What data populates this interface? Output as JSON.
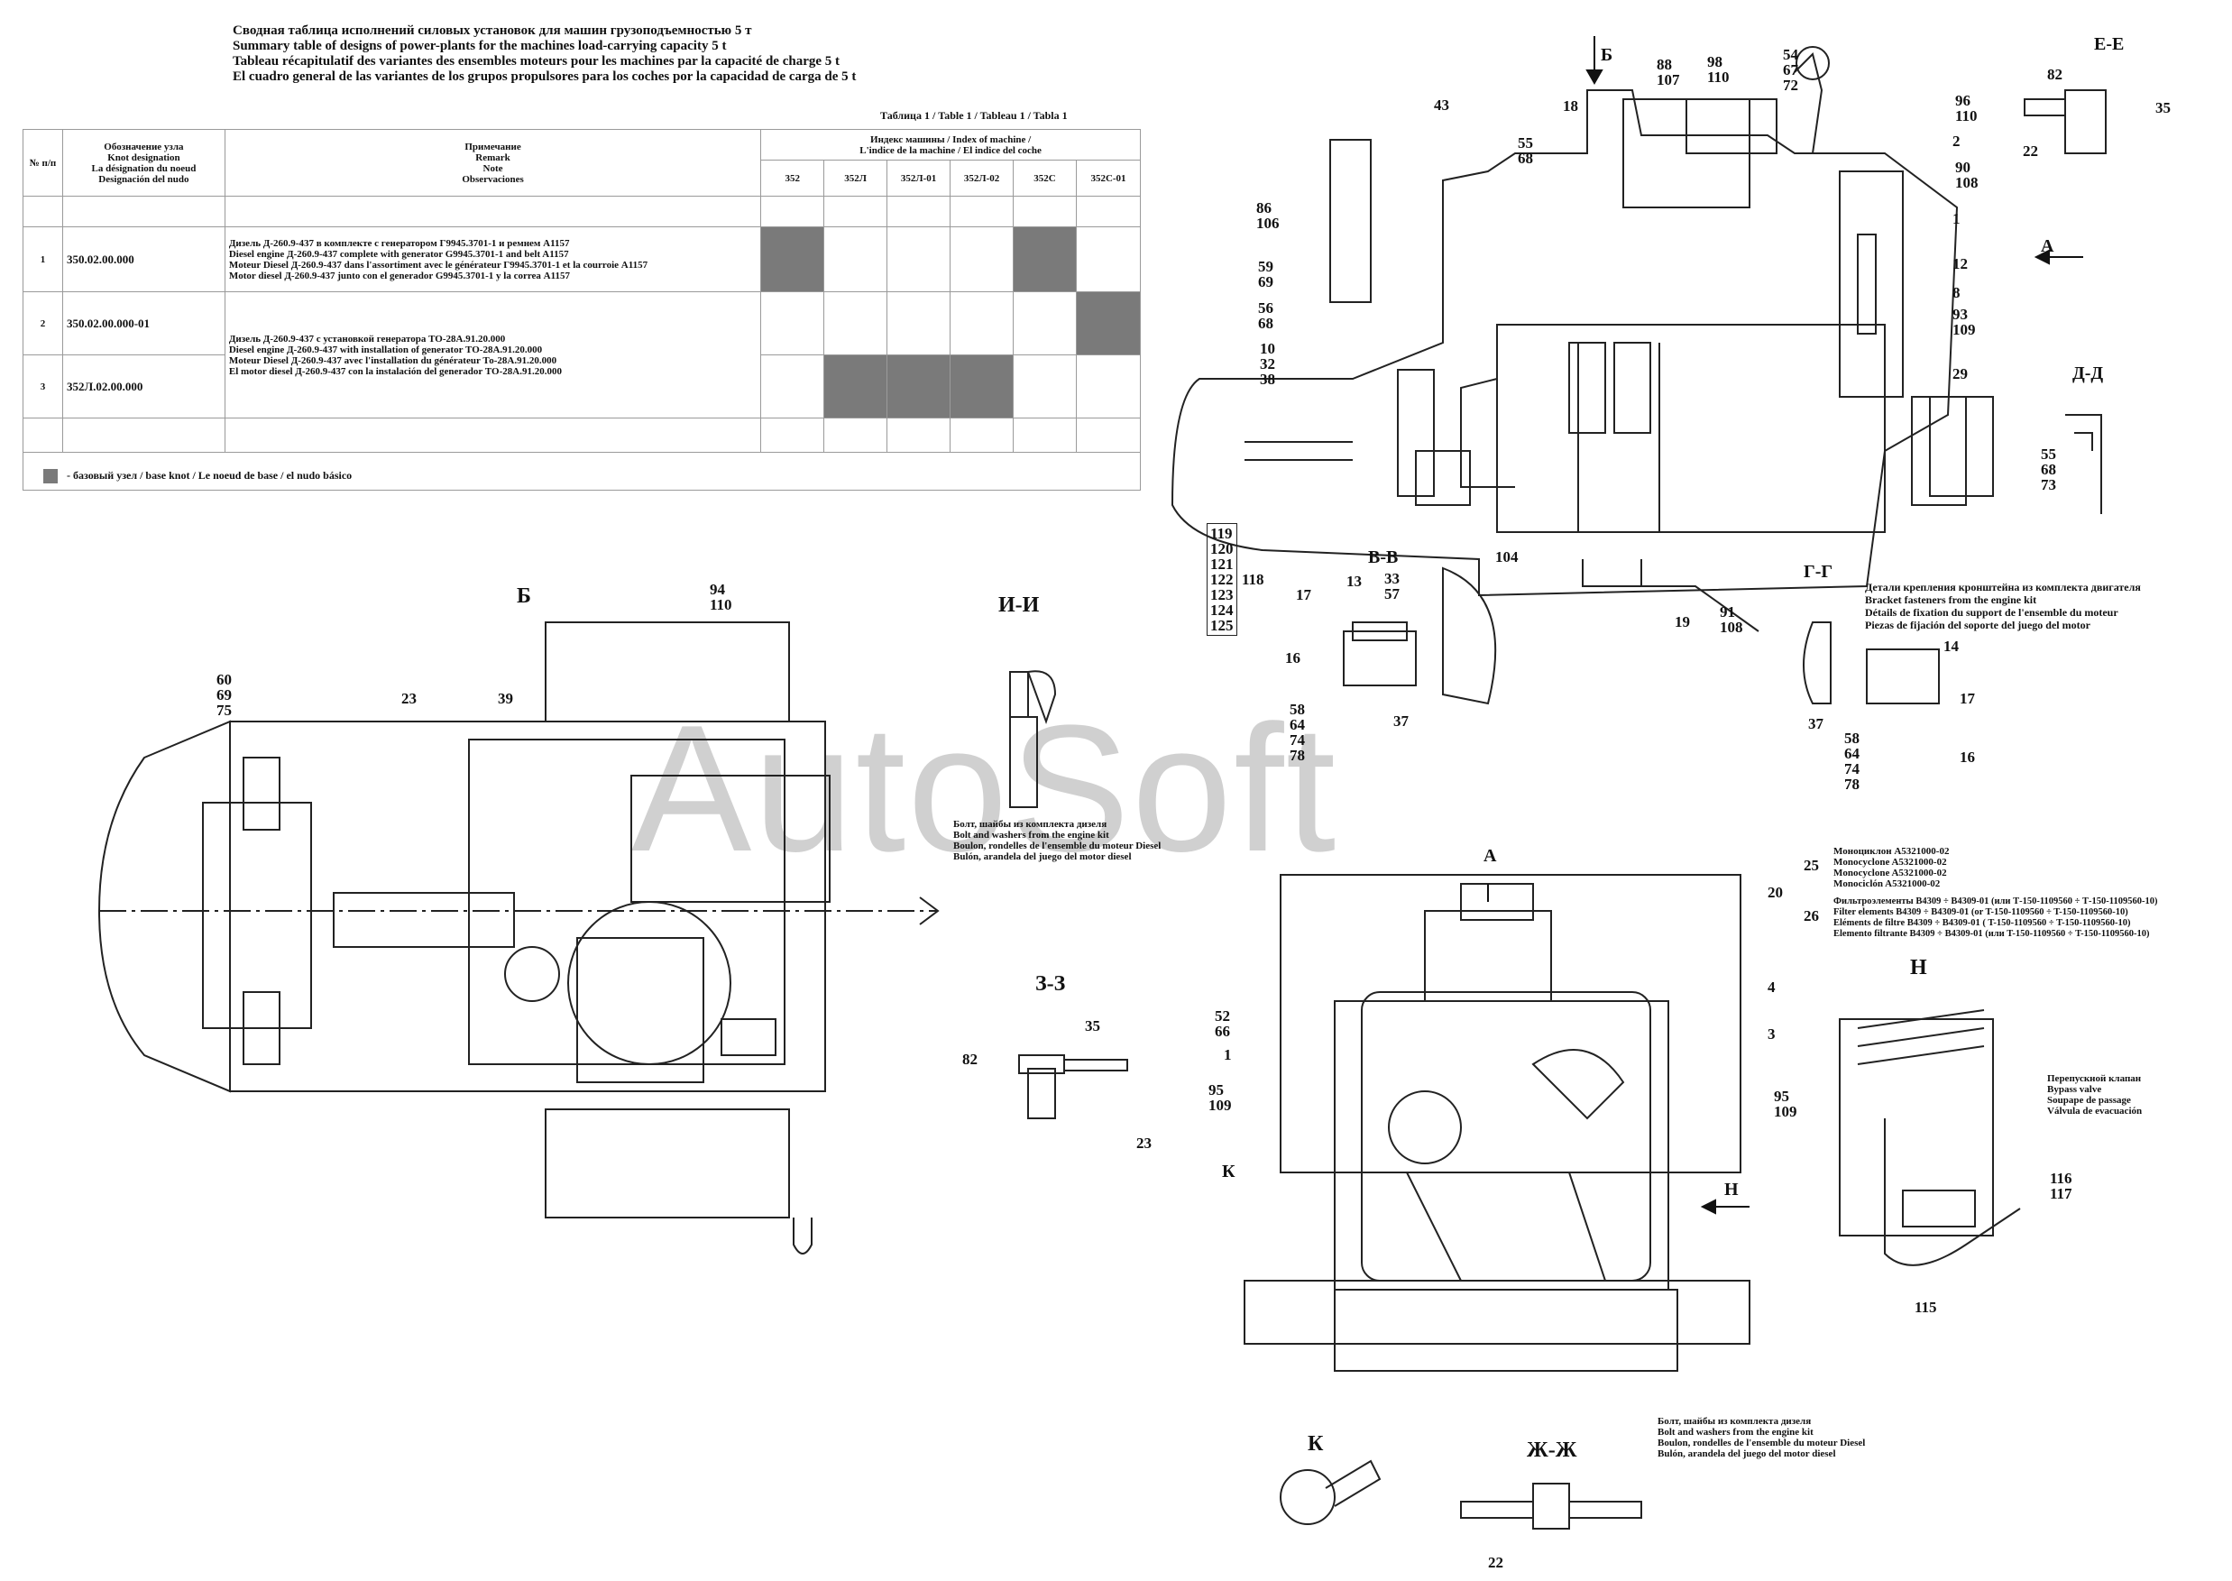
{
  "title_lines": [
    "Сводная таблица исполнений силовых установок для машин грузоподъемностью 5 т",
    "Summary table of designs of power-plants for the machines load-carrying capacity 5 t",
    "Tableau récapitulatif des variantes des ensembles moteurs pour les machines par la capacité de charge 5 t",
    "El cuadro general de las variantes de los grupos propulsores para los coches por la capacidad de carga de 5 t"
  ],
  "table_caption": "Таблица 1 / Table 1 / Tableau 1 / Tabla 1",
  "table": {
    "col_num": "№ п/п",
    "col_designation": "Обозначение узла\nKnot designation\nLa désignation du noeud\nDesignación del nudo",
    "col_remark": "Примечание\nRemark\nNote\nObservaciones",
    "col_index": "Индекс машины / Index of machine /\nL'indice de la machine / El indice del coche",
    "machines": [
      "352",
      "352Л",
      "352Л-01",
      "352Л-02",
      "352С",
      "352С-01"
    ],
    "rows": [
      {
        "num": "1",
        "designation": "350.02.00.000",
        "remark": [
          "Дизель Д-260.9-437 в комплекте с генератором Г9945.3701-1 и ремнем А1157",
          "Diesel engine Д-260.9-437 complete with generator G9945.3701-1 and belt A1157",
          "Moteur Diesel Д-260.9-437 dans l'assortiment avec le générateur Г9945.3701-1 et la courroie А1157",
          "Motor diesel Д-260.9-437 junto con el generador G9945.3701-1 y la correa А1157"
        ],
        "filled": [
          true,
          false,
          false,
          false,
          true,
          false
        ]
      },
      {
        "num": "2",
        "designation": "350.02.00.000-01",
        "remark": [
          "Дизель Д-260.9-437 с установкой генератора ТО-28А.91.20.000",
          "Diesel engine Д-260.9-437 with installation of generator ТО-28А.91.20.000",
          "Moteur Diesel Д-260.9-437 avec l'installation du générateur То-28А.91.20.000",
          "El motor diesel Д-260.9-437 con la instalación del generador ТО-28А.91.20.000"
        ],
        "filled": [
          false,
          false,
          false,
          false,
          false,
          true
        ]
      },
      {
        "num": "3",
        "designation": "352Л.02.00.000",
        "filled": [
          false,
          true,
          true,
          true,
          false,
          false
        ]
      }
    ]
  },
  "legend": "- базовый узел / base knot / Le noeud de base / el nudo básico",
  "watermark": "AutoSoft",
  "views": {
    "b_top": "Б",
    "i_i": "И-И",
    "z_z": "З-З",
    "b_arrow": "Б",
    "e_e": "Е-Е",
    "a_arrow": "А",
    "d_d": "Д-Д",
    "v_v": "В-В",
    "g_g": "Г-Г",
    "a_front": "А",
    "h": "Н",
    "k": "К",
    "zh_zh": "Ж-Ж",
    "h_arrow": "Н",
    "k_label": "К"
  },
  "notes": {
    "bolt_i": [
      "Болт, шайбы из комплекта дизеля",
      "Bolt and washers from the engine kit",
      "Boulon, rondelles de l'ensemble du moteur Diesel",
      "Bulón, arandela del juego del motor diesel"
    ],
    "bracket": [
      "Детали крепления кронштейна из комплекта двигателя",
      "Bracket fasteners from the engine kit",
      "Détails de fixation du support de l'ensemble du moteur",
      "Piezas de fijación del soporte del juego del motor"
    ],
    "item25": [
      "Моноциклон А5321000-02",
      "Monocyclone A5321000-02",
      "Monocyclone A5321000-02",
      "Monociclón A5321000-02"
    ],
    "item26": [
      "Фильтроэлементы В4309 ÷ В4309-01 (или Т-150-1109560 ÷ Т-150-1109560-10)",
      "Filter elements B4309 ÷ B4309-01 (or T-150-1109560 ÷ T-150-1109560-10)",
      "Eléments de filtre B4309 ÷ B4309-01 ( T-150-1109560 ÷ T-150-1109560-10)",
      "Elemento filtrante B4309 ÷ B4309-01 (или T-150-1109560 ÷ T-150-1109560-10)"
    ],
    "bypass": [
      "Перепускной клапан",
      "Bypass valve",
      "Soupape de passage",
      "Válvula de evacuación"
    ],
    "bolt_zh": [
      "Болт, шайбы из комплекта дизеля",
      "Bolt and washers from the engine kit",
      "Boulon, rondelles de l'ensemble du moteur Diesel",
      "Bulón, arandela del juego del motor diesel"
    ]
  },
  "callouts": {
    "c25": "25",
    "c26": "26",
    "c43": "43",
    "c55_68": "55\n68",
    "c18": "18",
    "c88_107": "88\n107",
    "c98_110": "98\n110",
    "c54_67_72": "54\n67\n72",
    "c96_110": "96\n110",
    "c2": "2",
    "c90_108": "90\n108",
    "c1": "1",
    "c12": "12",
    "c8": "8",
    "c93_109": "93\n109",
    "c29": "29",
    "c86_106": "86\n106",
    "c59_69": "59\n69",
    "c56_68": "56\n68",
    "c10_32_38": "10\n32\n38",
    "c118": "118",
    "c119": "119\n120\n121\n122\n123\n124\n125",
    "c104": "104",
    "c19": "19",
    "c91_108": "91\n108",
    "c82e": "82",
    "c35e": "35",
    "c22e": "22",
    "c55_68_73": "55\n68\n73",
    "c13": "13",
    "c33_57": "33\n57",
    "c17v": "17",
    "c16v": "16",
    "c58v": "58\n64\n74\n78",
    "c37v": "37",
    "c14": "14",
    "c17g": "17",
    "c37g": "37",
    "c16g": "16",
    "c58g": "58\n64\n74\n78",
    "c94_110": "94\n110",
    "c60_69_75": "60\n69\n75",
    "c23t": "23",
    "c39": "39",
    "c35z": "35",
    "c82z": "82",
    "c23z": "23",
    "c20": "20",
    "c4": "4",
    "c3": "3",
    "c52_66": "52\n66",
    "c1f": "1",
    "c95_109l": "95\n109",
    "c95_109r": "95\n109",
    "c116_117": "116\n117",
    "c115": "115",
    "c22zh": "22"
  }
}
